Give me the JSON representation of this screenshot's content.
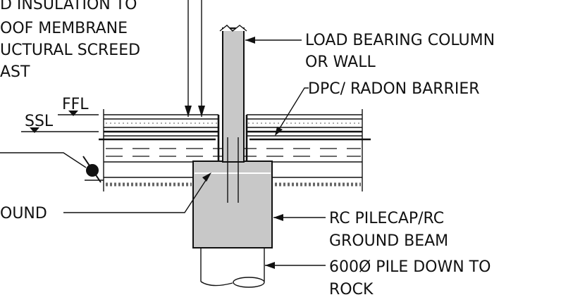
{
  "labels": {
    "insulation_line1": "D INSULATION TO",
    "insulation_line2": "OOF MEMBRANE",
    "insulation_line3": "UCTURAL SCREED",
    "insulation_line4": "AST",
    "column_line1": "LOAD BEARING COLUMN",
    "column_line2": "OR WALL",
    "dpc": "DPC/ RADON BARRIER",
    "ffl": "FFL",
    "ssl": "SSL",
    "ground": "OUND",
    "pilecap_line1": "RC PILECAP/RC",
    "pilecap_line2": "GROUND BEAM",
    "pile_line1": "600Ø PILE DOWN TO",
    "pile_line2": "ROCK"
  },
  "colors": {
    "line": "#111111",
    "concrete": "#c8c8c8",
    "background": "#ffffff"
  }
}
